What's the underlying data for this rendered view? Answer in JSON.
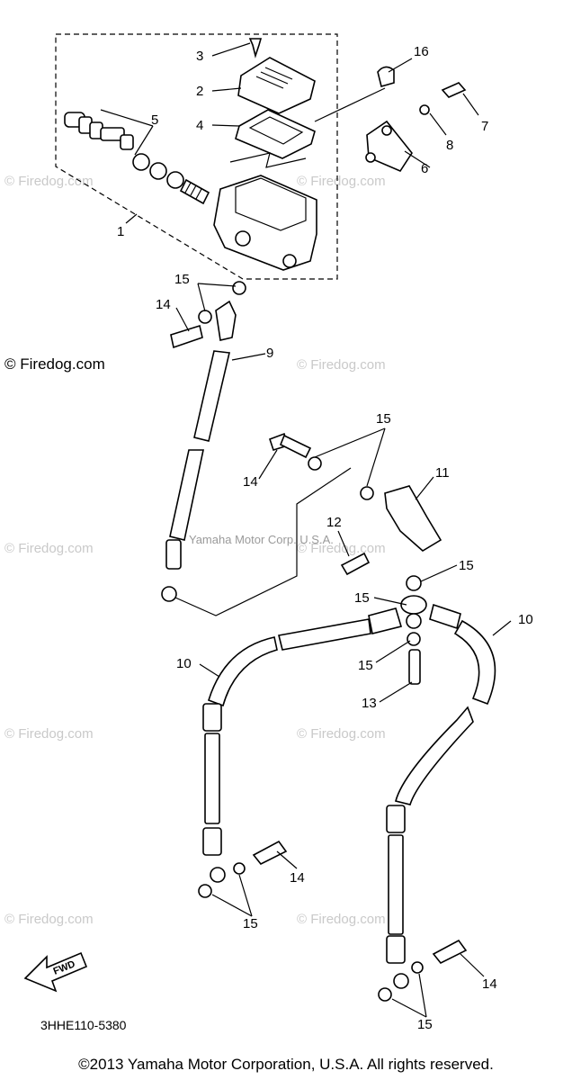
{
  "watermarks": {
    "light": "© Firedog.com",
    "dark": "© Firedog.com",
    "middle": "Yamaha Motor Corp. U.S.A."
  },
  "diagram_code": "3HHE110-5380",
  "copyright": "©2013 Yamaha Motor Corporation, U.S.A. All rights reserved.",
  "fwd_label": "FWD",
  "callouts": {
    "c1": "1",
    "c2": "2",
    "c3": "3",
    "c4": "4",
    "c5": "5",
    "c6": "6",
    "c7": "7",
    "c8": "8",
    "c9": "9",
    "c10a": "10",
    "c10b": "10",
    "c11": "11",
    "c12": "12",
    "c13": "13",
    "c14a": "14",
    "c14b": "14",
    "c14c": "14",
    "c14d": "14",
    "c15a": "15",
    "c15b": "15",
    "c15c": "15",
    "c15d": "15",
    "c15e": "15",
    "c15f": "15",
    "c15g": "15",
    "c16": "16"
  }
}
